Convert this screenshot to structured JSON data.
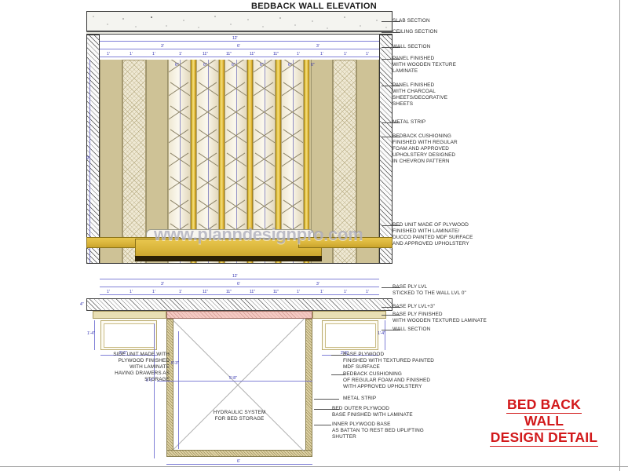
{
  "drawing": {
    "elevation_title": "BEDBACK WALL ELEVATION",
    "watermark": "www.planndesignpro.com"
  },
  "title_block": {
    "line1": "BED BACK",
    "line2": "WALL",
    "line3": "DESIGN DETAIL",
    "color": "#d2191b"
  },
  "elevation": {
    "annotations": [
      {
        "id": "slab-section",
        "lines": [
          "SLAB SECTION"
        ]
      },
      {
        "id": "ceiling-section",
        "lines": [
          "CEILING SECTION"
        ]
      },
      {
        "id": "wall-section",
        "lines": [
          "WALL SECTION"
        ]
      },
      {
        "id": "panel-wooden-texture",
        "lines": [
          "PANEL FINISHED",
          "WITH WOODEN TEXTURE",
          "LAMINATE"
        ]
      },
      {
        "id": "panel-charcoal-sheets",
        "lines": [
          "PANEL FINISHED",
          "WITH CHARCOAL",
          "SHEETS/DECORATIVE",
          "SHEETS"
        ]
      },
      {
        "id": "metal-strip",
        "lines": [
          "METAL STRIP"
        ]
      },
      {
        "id": "bedback-cushioning",
        "lines": [
          "BEDBACK CUSHIONING",
          "FINISHED WITH REGULAR",
          "FOAM AND APPROVED",
          "UPHOLSTERY DESIGNED",
          "IN CHEVRON PATTERN"
        ]
      },
      {
        "id": "bed-unit-plywood",
        "lines": [
          "BED UNIT MADE OF PLYWOOD",
          "FINISHED WITH LAMINATE/",
          "DUCCO PAINTED MDF SURFACE",
          "AND APPROVED UPHOLSTERY"
        ]
      }
    ],
    "dimensions": {
      "overall": "12'",
      "row2": [
        "3'",
        "6'",
        "3'"
      ],
      "row3": [
        "1'",
        "1'",
        "1'",
        "1'",
        "11\"",
        "11\"",
        "11\"",
        "11\"",
        "1'",
        "1'",
        "1'",
        "1'"
      ],
      "chevron_widths": [
        "6\"",
        "6\"",
        "6\"",
        "6\"",
        "6\"",
        "6\""
      ],
      "height": "9'"
    }
  },
  "plan": {
    "annotations_left": [
      {
        "id": "side-unit",
        "lines": [
          "SIDE UNIT MADE WITH",
          "PLYWOOD FINISHED",
          "WITH LAMINATE",
          "HAVING DRAWERS AS",
          "STORAGE"
        ]
      }
    ],
    "annotations_right": [
      {
        "id": "base-ply-lvl",
        "lines": [
          "BASE PLY LVL",
          "STICKED TO THE WALL LVL 0\""
        ]
      },
      {
        "id": "base-ply-lvl-3",
        "lines": [
          "BASE PLY LVL+3\""
        ]
      },
      {
        "id": "base-ply-wooden-laminate",
        "lines": [
          "BASE PLY FINISHED",
          "WITH WOODEN TEXTURED LAMINATE"
        ]
      },
      {
        "id": "wall-section-plan",
        "lines": [
          "WALL SECTION"
        ]
      },
      {
        "id": "base-plywood-mdf",
        "lines": [
          "BASE PLYWOOD",
          "FINISHED WITH TEXTURED PAINTED",
          "MDF SURFACE"
        ]
      },
      {
        "id": "bedback-cushioning-plan",
        "lines": [
          "BEDBACK CUSHIONING",
          "OF REGULAR FOAM AND FINISHED",
          "WITH APPROVED UPHOLSTERY"
        ]
      },
      {
        "id": "metal-strip-plan",
        "lines": [
          "METAL STRIP"
        ]
      },
      {
        "id": "bed-outer-plywood",
        "lines": [
          "BED OUTER PLYWOOD",
          "BASE FINISHED WITH LAMINATE"
        ]
      },
      {
        "id": "inner-plywood-base",
        "lines": [
          "INNER PLYWOOD BASE",
          "AS BATTAN TO REST BED UPLIFTING",
          "SHUTTER"
        ]
      }
    ],
    "interior_label": [
      "HYDRAULIC SYSTEM",
      "FOR BED STORAGE"
    ],
    "dimensions": {
      "overall": "12'",
      "row2": [
        "3'",
        "6'",
        "3'"
      ],
      "row3": [
        "1'",
        "1'",
        "1'",
        "1'",
        "11\"",
        "11\"",
        "11\"",
        "11\"",
        "1'",
        "1'",
        "1'",
        "1'"
      ],
      "thickness_marks": [
        "1\"½",
        "1\"½",
        "1\"½",
        "1\"½",
        "1\"½"
      ],
      "side_unit_depth_left": "1'-4\"",
      "side_unit_width_left": "2'-6\"",
      "side_unit_depth_right": "1'-4\"",
      "side_unit_width_right": "2'-6\"",
      "bed_width": "5'-8\"",
      "left_outer": "6'-6\"",
      "left_inner": "6'-3\"",
      "bottom": "6'",
      "wall_thk": "4\""
    }
  }
}
